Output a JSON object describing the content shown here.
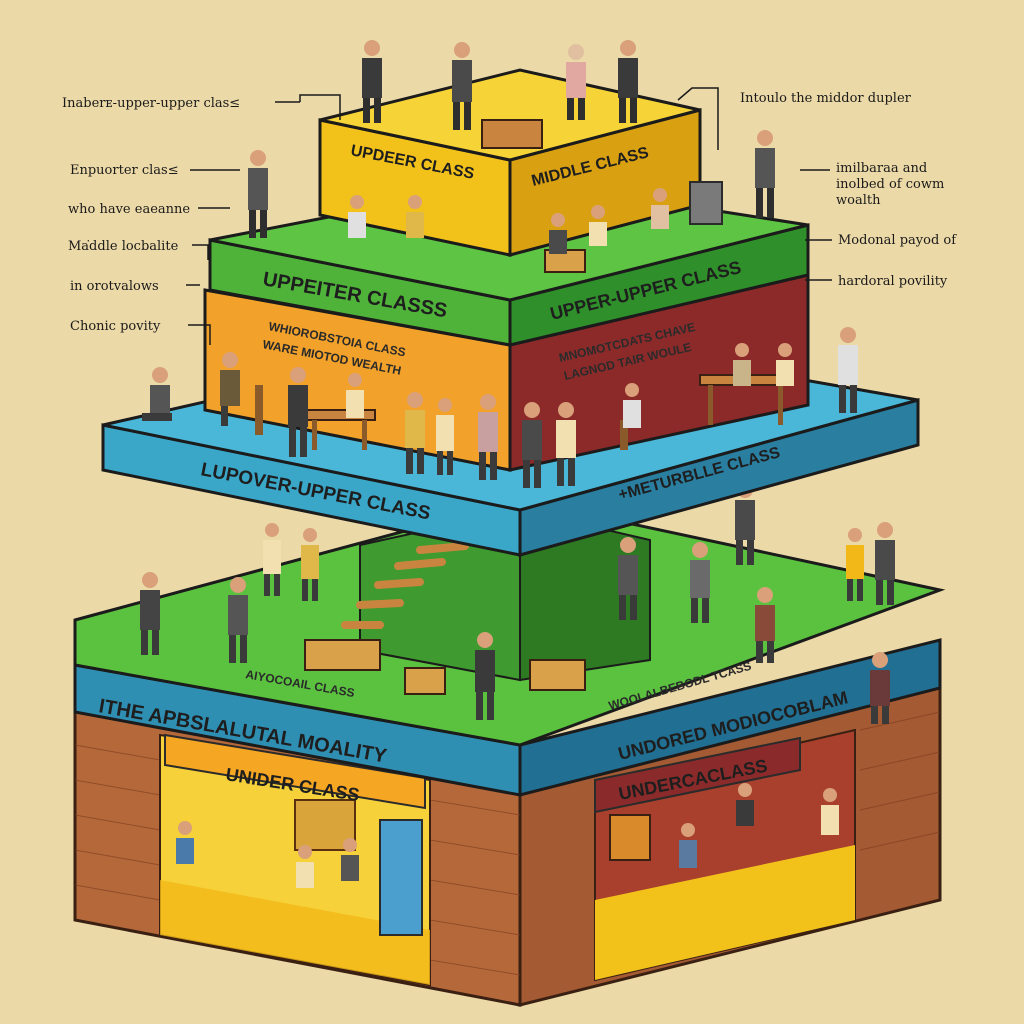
{
  "annotations_left": [
    "Inaberᴇ-upper-upper clas≤",
    "Enpuorter clas≤",
    "who have eaeanne",
    "Ma͘ddle locbalite",
    "in orotvalows",
    "Chonic povity"
  ],
  "annotations_right": [
    "Intoulo the middor dupler",
    "imilbaraa and\ninolbed of cowm\nwoalth",
    "Modonal payod of",
    "hardoral povility"
  ],
  "tier_top": {
    "label_left": "UPDEER CLASS",
    "label_right": "MIDDLE CLASS"
  },
  "tier_green": {
    "label_left": "UPPEITER CLASSS",
    "label_right": "UPPER-UPPER CLASS"
  },
  "tier_inner": {
    "orange_text": "WHIOROBSTOIA CLASS\nWARE MIOTOD WEALTH",
    "red_text": "MNOMOTCDATS CHAVE\nLAGNOD TAIR WOULE"
  },
  "tier_blue": {
    "label_left": "LUPOVER-UPPER CLASS",
    "label_right": "+METURBLLE CLASS"
  },
  "tier_lower": {
    "green_left_text": "AIYOCOAIL CLASS",
    "green_right_text": "WOOLALBEBODL TCASS",
    "band_left": "ITHE APBSLALUTAL MOALITY",
    "band_right": "UNDORED MODIOCOBLAM",
    "sign_left": "UNIDER CLASS",
    "sign_right": "UNDERCACLASS"
  },
  "colors": {
    "background": "#ecd9a8",
    "yellow": "#f2c21b",
    "green": "#4fb33a",
    "orange": "#f2a22a",
    "red": "#8c2a2a",
    "blue": "#3aa6c8",
    "brick": "#b5683a"
  }
}
